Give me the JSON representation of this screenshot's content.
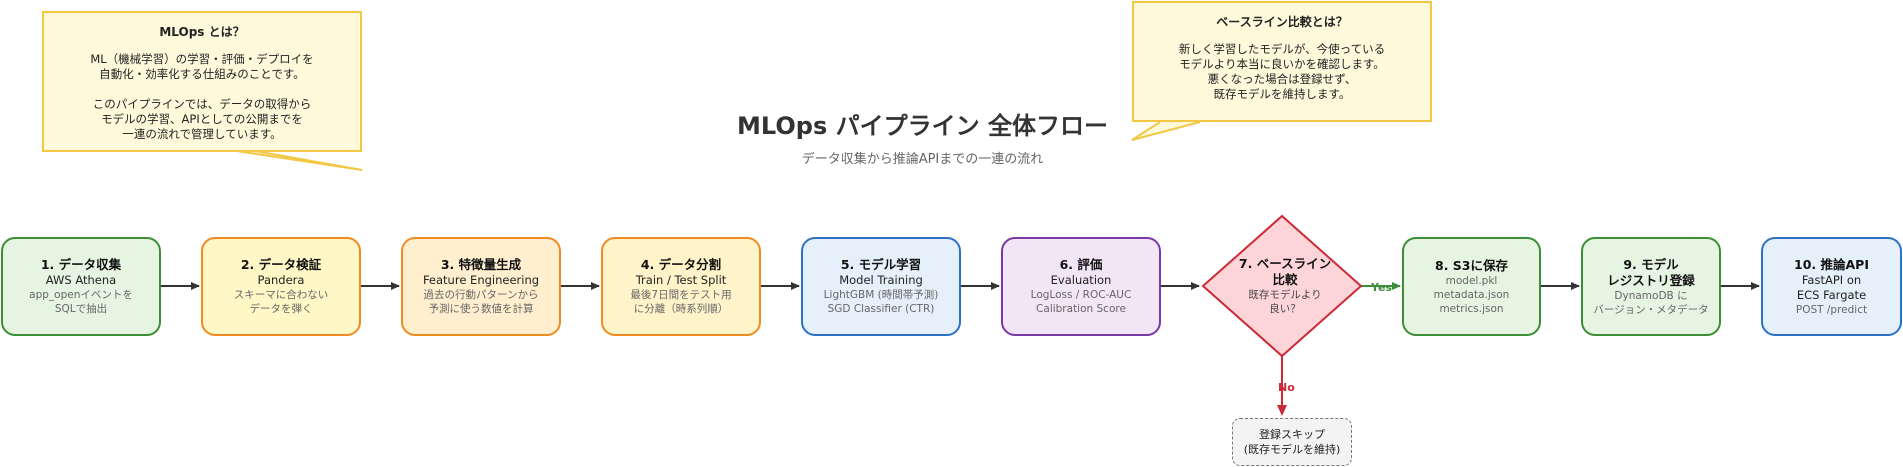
{
  "title": "MLOps パイプライン 全体フロー",
  "subtitle": "データ収集から推論APIまでの一連の流れ",
  "notes": {
    "mlops": {
      "title": "MLOps とは？",
      "line1": "ML（機械学習）の学習・評価・デプロイを",
      "line2": "自動化・効率化する仕組みのことです。",
      "line3": "このパイプラインでは、データの取得から",
      "line4": "モデルの学習、APIとしての公開までを",
      "line5": "一連の流れで管理しています。"
    },
    "baseline": {
      "title": "ベースライン比較とは？",
      "line1": "新しく学習したモデルが、今使っている",
      "line2": "モデルより本当に良いかを確認します。",
      "line3": "悪くなった場合は登録せず、",
      "line4": "既存モデルを維持します。"
    }
  },
  "steps": [
    {
      "title": "1. データ収集",
      "sub": "AWS Athena",
      "desc1": "app_openイベントを",
      "desc2": "SQLで抽出",
      "color": "#3c8f36"
    },
    {
      "title": "2. データ検証",
      "sub": "Pandera",
      "desc1": "スキーマに合わない",
      "desc2": "データを弾く",
      "color": "#f08b21"
    },
    {
      "title": "3. 特徴量生成",
      "sub": "Feature Engineering",
      "desc1": "過去の行動パターンから",
      "desc2": "予測に使う数値を計算",
      "color": "#f08b21"
    },
    {
      "title": "4. データ分割",
      "sub": "Train / Test Split",
      "desc1": "最後7日間をテスト用",
      "desc2": "に分離（時系列順）",
      "color": "#f08b21"
    },
    {
      "title": "5. モデル学習",
      "sub": "Model Training",
      "desc1": "LightGBM (時間帯予測)",
      "desc2": "SGD Classifier (CTR)",
      "color": "#2d72c4"
    },
    {
      "title": "6. 評価",
      "sub": "Evaluation",
      "desc1": "LogLoss / ROC-AUC",
      "desc2": "Calibration Score",
      "color": "#7a3aa6"
    },
    {
      "title1": "7. ベースライン",
      "title2": "比較",
      "desc1": "既存モデルより",
      "desc2": "良い？",
      "color": "#cc2a36"
    },
    {
      "title": "8. S3に保存",
      "desc1": "model.pkl",
      "desc2": "metadata.json",
      "desc3": "metrics.json",
      "color": "#3c8f36"
    },
    {
      "title1": "9. モデル",
      "title2": "レジストリ登録",
      "desc1": "DynamoDB に",
      "desc2": "バージョン・メタデータ",
      "color": "#3c8f36"
    },
    {
      "title": "10. 推論API",
      "sub1": "FastAPI on",
      "sub2": "ECS Fargate",
      "desc1": "POST /predict",
      "color": "#2d72c4"
    }
  ],
  "branches": {
    "yes": "Yes",
    "no": "No"
  },
  "skip": {
    "line1": "登録スキップ",
    "line2": "(既存モデルを維持)"
  }
}
